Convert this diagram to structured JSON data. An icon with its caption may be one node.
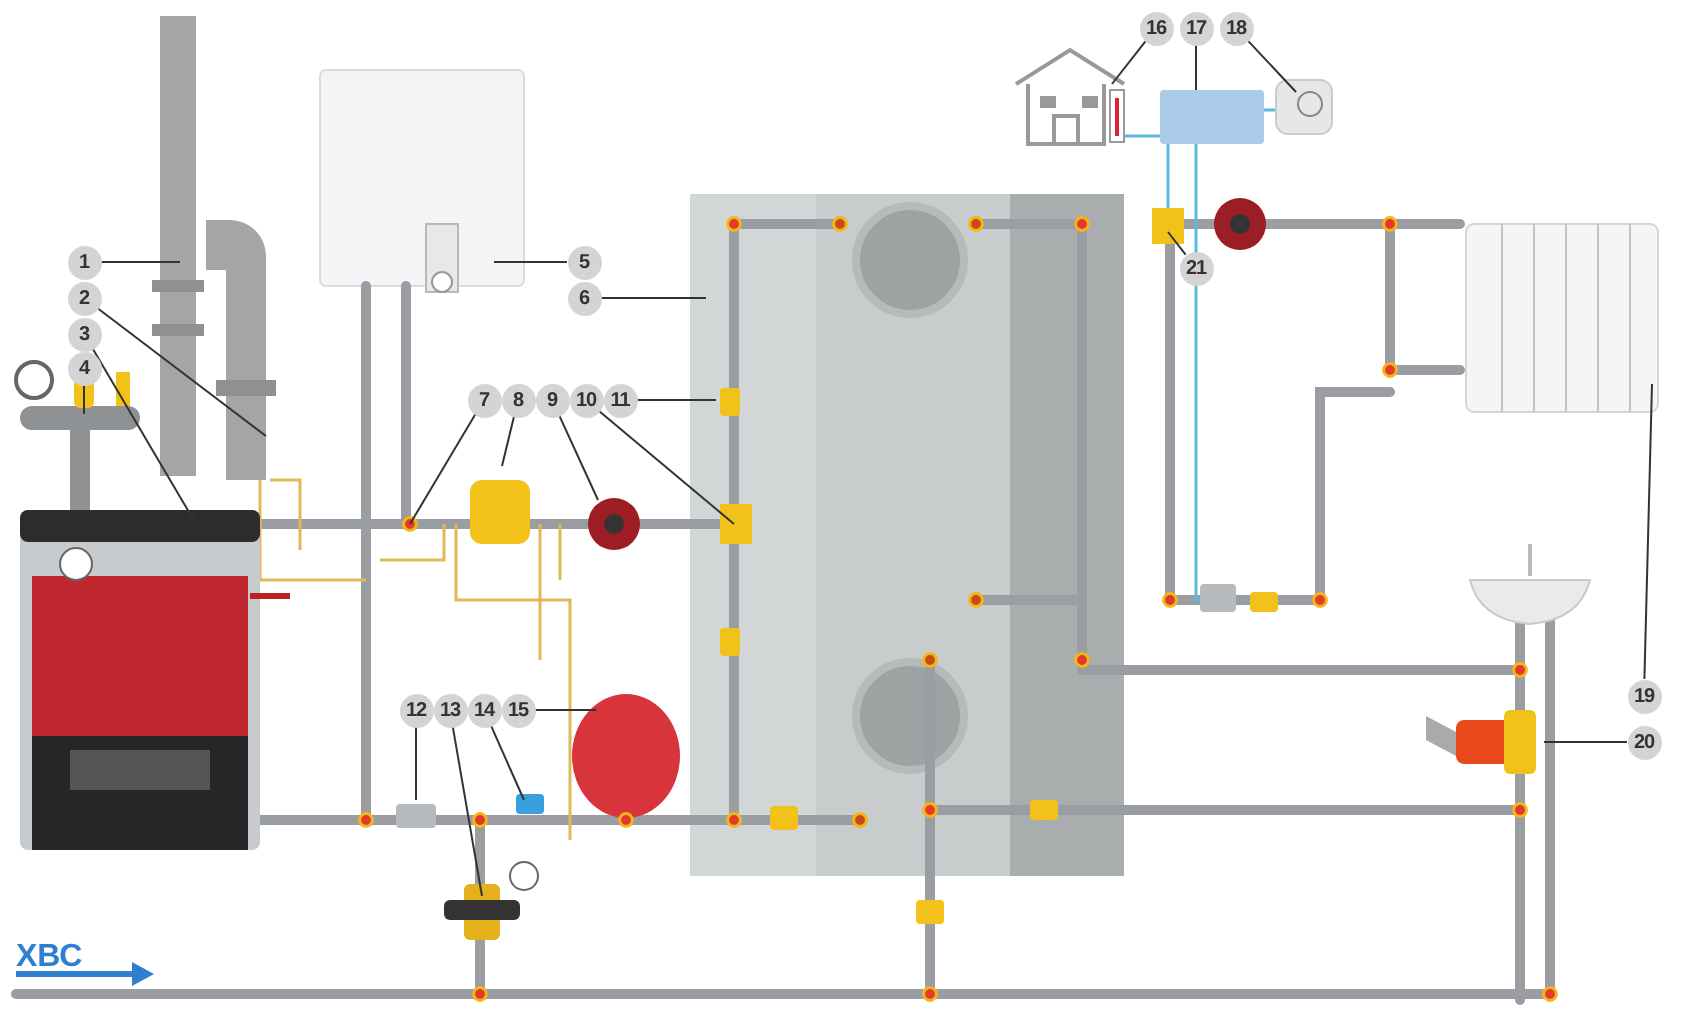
{
  "diagram": {
    "nodes": [
      {
        "text": [
          "1"
        ]
      },
      {
        "text": [
          "2"
        ]
      },
      {
        "text": [
          "3"
        ]
      },
      {
        "text": [
          "4"
        ]
      },
      {
        "text": [
          "5"
        ]
      },
      {
        "text": [
          "6"
        ]
      },
      {
        "text": [
          "7"
        ]
      },
      {
        "text": [
          "8"
        ]
      },
      {
        "text": [
          "9"
        ]
      },
      {
        "text": [
          "10"
        ]
      },
      {
        "text": [
          "11"
        ]
      },
      {
        "text": [
          "12"
        ]
      },
      {
        "text": [
          "13"
        ]
      },
      {
        "text": [
          "14"
        ]
      },
      {
        "text": [
          "15"
        ]
      },
      {
        "text": [
          "16"
        ]
      },
      {
        "text": [
          "17"
        ]
      },
      {
        "text": [
          "18"
        ]
      },
      {
        "text": [
          "19"
        ]
      },
      {
        "text": [
          "20"
        ]
      },
      {
        "text": [
          "21"
        ]
      }
    ],
    "edges": [
      {
        "from": 0,
        "to": null,
        "arrow": "none"
      },
      {
        "from": 1,
        "to": null,
        "arrow": "none"
      },
      {
        "from": 2,
        "to": null,
        "arrow": "none"
      },
      {
        "from": 3,
        "to": null,
        "arrow": "none"
      },
      {
        "from": 4,
        "to": null,
        "arrow": "none"
      },
      {
        "from": 5,
        "to": null,
        "arrow": "none"
      },
      {
        "from": 6,
        "to": null,
        "arrow": "none"
      },
      {
        "from": 7,
        "to": null,
        "arrow": "none"
      },
      {
        "from": 8,
        "to": null,
        "arrow": "none"
      },
      {
        "from": 9,
        "to": null,
        "arrow": "none"
      },
      {
        "from": 10,
        "to": null,
        "arrow": "none"
      },
      {
        "from": 11,
        "to": null,
        "arrow": "none"
      },
      {
        "from": 12,
        "to": null,
        "arrow": "none"
      },
      {
        "from": 13,
        "to": null,
        "arrow": "none"
      },
      {
        "from": 14,
        "to": null,
        "arrow": "none"
      },
      {
        "from": 15,
        "to": null,
        "arrow": "none"
      },
      {
        "from": 16,
        "to": null,
        "arrow": "none"
      },
      {
        "from": 17,
        "to": null,
        "arrow": "none"
      },
      {
        "from": 18,
        "to": null,
        "arrow": "none"
      },
      {
        "from": 19,
        "to": null,
        "arrow": "none"
      },
      {
        "from": 20,
        "to": null,
        "arrow": "none"
      }
    ],
    "labels": [
      "ХВС"
    ]
  }
}
